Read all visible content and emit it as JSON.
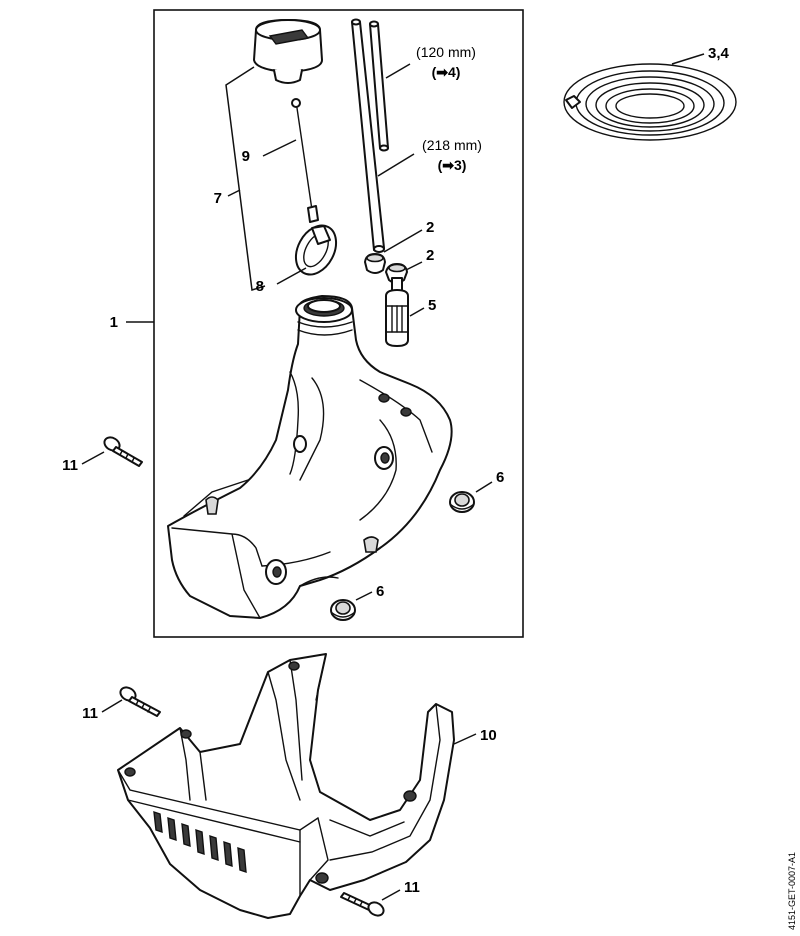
{
  "labels": {
    "tank": "1",
    "grommet_a": "2",
    "grommet_b": "2",
    "hose_ref": "3,4",
    "filter": "5",
    "buffer_a": "6",
    "buffer_b": "6",
    "cap_assembly": "7",
    "retainer": "8",
    "cord": "9",
    "housing": "10",
    "screw_a": "11",
    "screw_b": "11",
    "screw_c": "11"
  },
  "notes": {
    "hose_short_len": "(120 mm)",
    "hose_short_ref": "(➡4)",
    "hose_long_len": "(218 mm)",
    "hose_long_ref": "(➡3)"
  },
  "document_id": "4151-GET-0007-A1",
  "colors": {
    "line": "#111111",
    "shade": "#d9d9d9",
    "background": "#ffffff"
  }
}
